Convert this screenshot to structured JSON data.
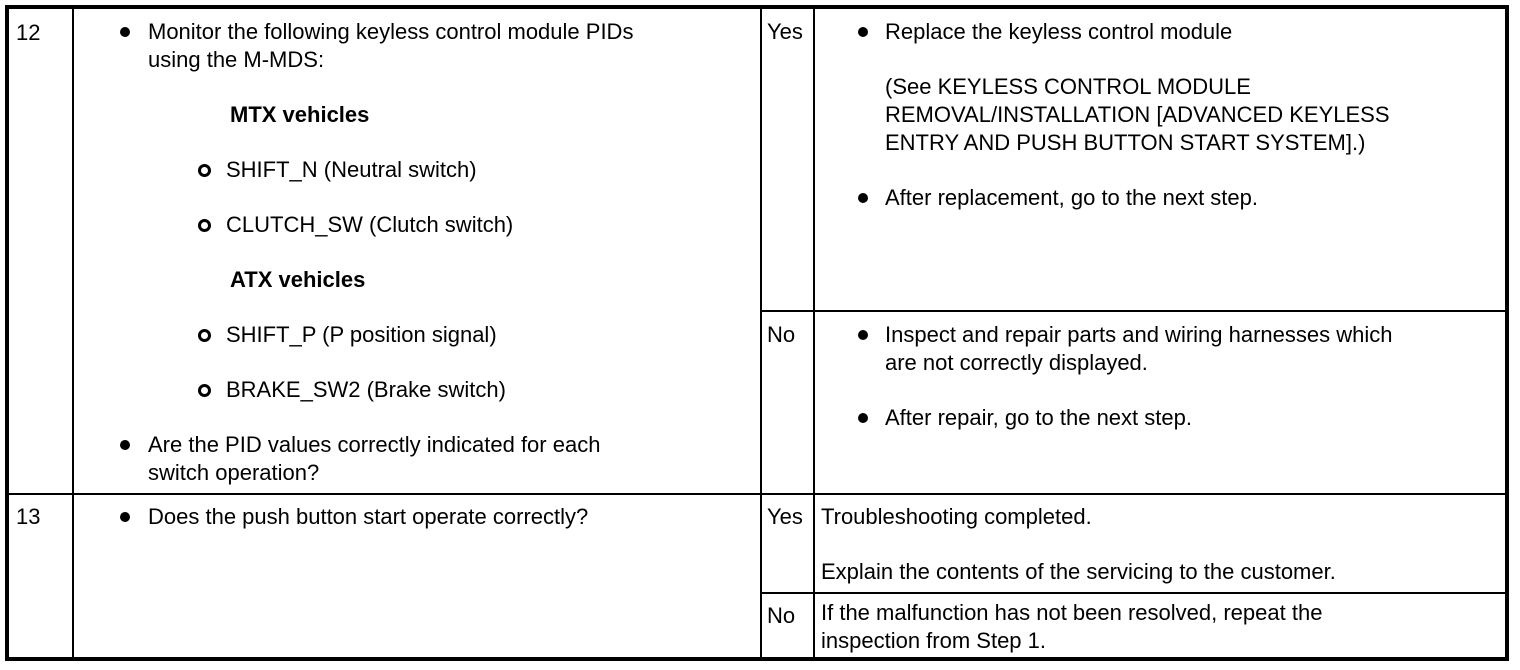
{
  "steps": [
    {
      "number": "12",
      "inspection": [
        "Monitor the following keyless control module PIDs\nusing the M-MDS:",
        "MTX vehicles",
        "SHIFT_N (Neutral switch)",
        "CLUTCH_SW (Clutch switch)",
        "ATX vehicles",
        "SHIFT_P (P position signal)",
        "BRAKE_SW2 (Brake switch)",
        "Are the PID values correctly indicated for each\nswitch operation?"
      ],
      "branches": [
        {
          "answer": "Yes",
          "actions": [
            "Replace the keyless control module",
            "(See KEYLESS CONTROL MODULE\nREMOVAL/INSTALLATION [ADVANCED KEYLESS\nENTRY AND PUSH BUTTON START SYSTEM].)",
            "After replacement, go to the next step."
          ]
        },
        {
          "answer": "No",
          "actions": [
            "Inspect and repair parts and wiring harnesses which\nare not correctly displayed.",
            "After repair, go to the next step."
          ]
        }
      ]
    },
    {
      "number": "13",
      "inspection": [
        "Does the push button start operate correctly?"
      ],
      "branches": [
        {
          "answer": "Yes",
          "actions": [
            "Troubleshooting completed.",
            "Explain the contents of the servicing to the customer."
          ]
        },
        {
          "answer": "No",
          "actions": [
            "If the malfunction has not been resolved, repeat the\ninspection from Step 1."
          ]
        }
      ]
    }
  ]
}
